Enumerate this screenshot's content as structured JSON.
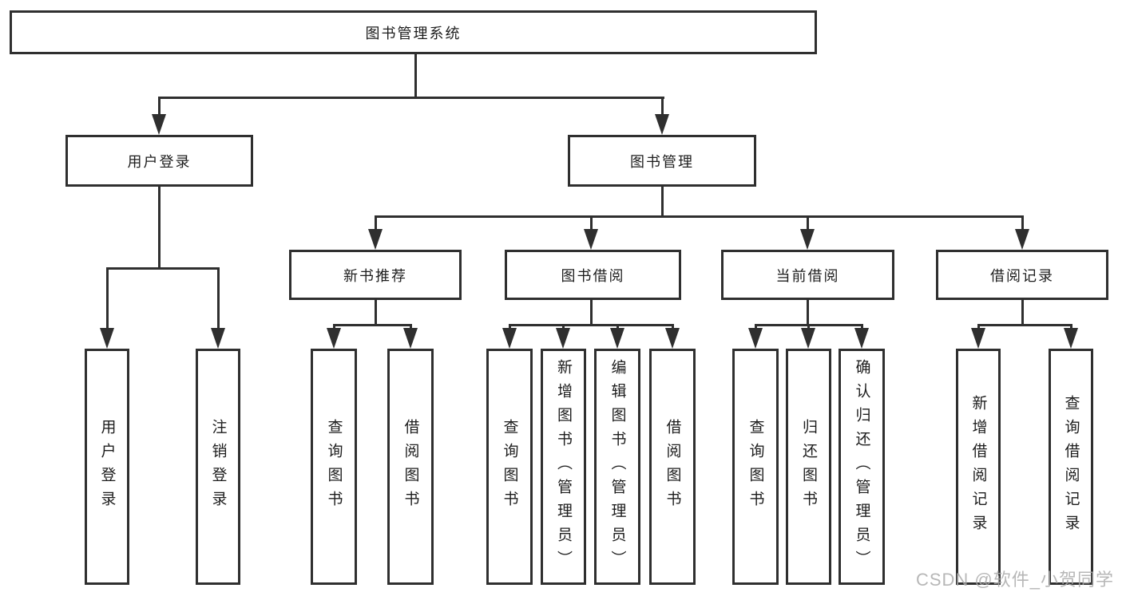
{
  "tree": {
    "label": "图书管理系统",
    "children": [
      {
        "label": "用户登录",
        "children": [
          {
            "label": "用户登录"
          },
          {
            "label": "注销登录"
          }
        ]
      },
      {
        "label": "图书管理",
        "children": [
          {
            "label": "新书推荐",
            "children": [
              {
                "label": "查询图书"
              },
              {
                "label": "借阅图书"
              }
            ]
          },
          {
            "label": "图书借阅",
            "children": [
              {
                "label": "查询图书"
              },
              {
                "label": "新增图书（管理员）"
              },
              {
                "label": "编辑图书（管理员）"
              },
              {
                "label": "借阅图书"
              }
            ]
          },
          {
            "label": "当前借阅",
            "children": [
              {
                "label": "查询图书"
              },
              {
                "label": "归还图书"
              },
              {
                "label": "确认归还（管理员）"
              }
            ]
          },
          {
            "label": "借阅记录",
            "children": [
              {
                "label": "新增借阅记录"
              },
              {
                "label": "查询借阅记录"
              }
            ]
          }
        ]
      }
    ]
  },
  "watermark": {
    "text": "CSDN @软件_小贺同学"
  },
  "colors": {
    "line": "#2f2f2f",
    "box_border": "#2f2f2f",
    "text": "#1d1d1d",
    "background": "#ffffff",
    "watermark": "#aaaaaa"
  }
}
